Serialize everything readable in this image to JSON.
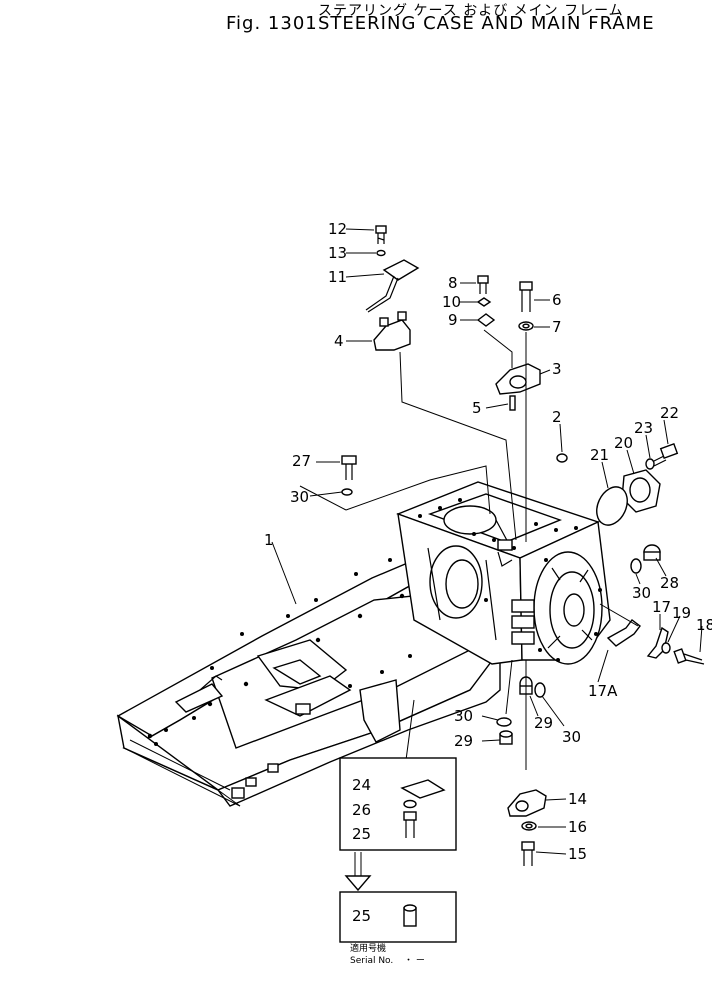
{
  "header": {
    "japanese_title": "ステアリング ケース および メイン フレーム",
    "fig_number": "Fig. 1301",
    "title": "STEERING CASE AND MAIN FRAME"
  },
  "callouts": [
    "12",
    "13",
    "11",
    "4",
    "8",
    "10",
    "9",
    "6",
    "7",
    "3",
    "5",
    "2",
    "22",
    "23",
    "20",
    "21",
    "27",
    "30",
    "1",
    "30",
    "28",
    "17",
    "19",
    "18",
    "17A",
    "30",
    "29",
    "30",
    "29",
    "24",
    "26",
    "25",
    "14",
    "16",
    "15",
    "25"
  ],
  "inset": {
    "serial_label_jp": "適用号機",
    "serial_label": "Serial No.",
    "serial_value": "・ ー"
  }
}
